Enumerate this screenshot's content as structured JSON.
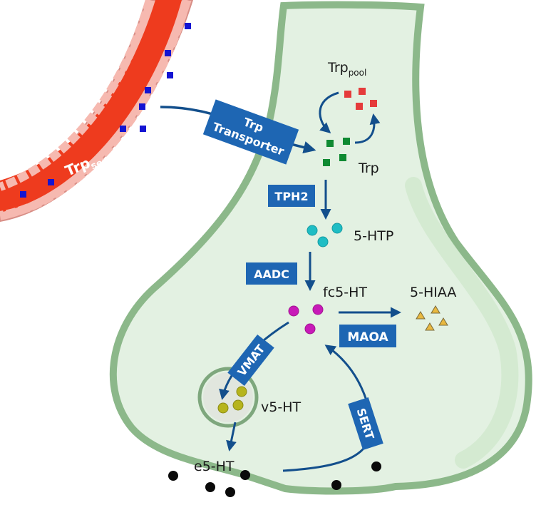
{
  "labels": {
    "trp_serum_main": "Trp",
    "trp_serum_sub": "serum",
    "trp_pool_main": "Trp",
    "trp_pool_sub": "pool",
    "trp": "Trp",
    "htp": "5-HTP",
    "fc5ht": "fc5-HT",
    "hiaa": "5-HIAA",
    "v5ht": "v5-HT",
    "e5ht": "e5-HT"
  },
  "enzymes": {
    "transporter_line1": "Trp",
    "transporter_line2": "Transporter",
    "tph2": "TPH2",
    "aadc": "AADC",
    "maoa": "MAOA",
    "vmat": "VMAT",
    "sert": "SERT"
  },
  "colors": {
    "vessel": "#ee3b1e",
    "vessel_wall": "#f6b9b0",
    "neuron_fill": "#e3f1e2",
    "neuron_border": "#8cb88a",
    "enzyme_box": "#1e66b3",
    "arrow": "#134f8c",
    "trp_serum_marker": "#1414d2",
    "trp_pool_marker": "#e53b3b",
    "trp_marker": "#0f8a32",
    "htp_marker": "#1fbdc4",
    "fc5ht_marker": "#c81ab8",
    "hiaa_marker": "#e8b840",
    "v5ht_marker": "#b6b41d",
    "e5ht_marker": "#0a0a0a"
  }
}
